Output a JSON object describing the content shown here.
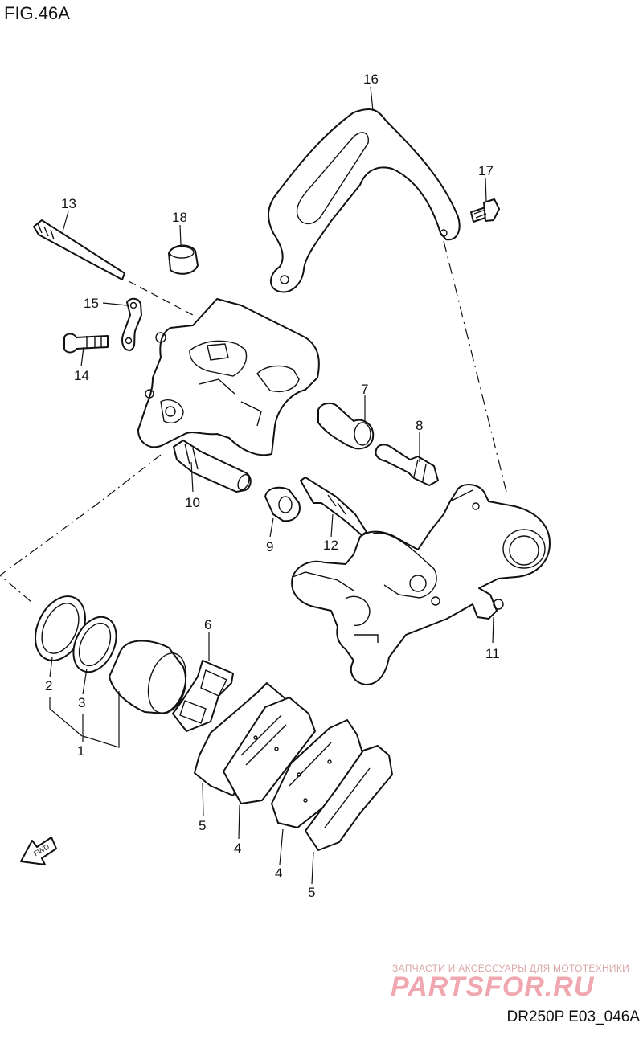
{
  "figure": {
    "title": "FIG.46A",
    "drawing_code": "DR250P E03_046A"
  },
  "watermark": {
    "tagline": "ЗАПЧАСТИ И АКСЕССУАРЫ ДЛЯ МОТОТЕХНИКИ",
    "logo": "PARTSFOR.RU",
    "color": "#f0a7b0"
  },
  "direction_marker": {
    "label": "FWD",
    "icon": "fwd-arrow-icon"
  },
  "callouts": {
    "c1": "1",
    "c2": "2",
    "c3": "3",
    "c4a": "4",
    "c4b": "4",
    "c5a": "5",
    "c5b": "5",
    "c6": "6",
    "c7": "7",
    "c8": "8",
    "c9": "9",
    "c10": "10",
    "c11": "11",
    "c12": "12",
    "c13": "13",
    "c14": "14",
    "c15": "15",
    "c16": "16",
    "c17": "17",
    "c18": "18"
  }
}
